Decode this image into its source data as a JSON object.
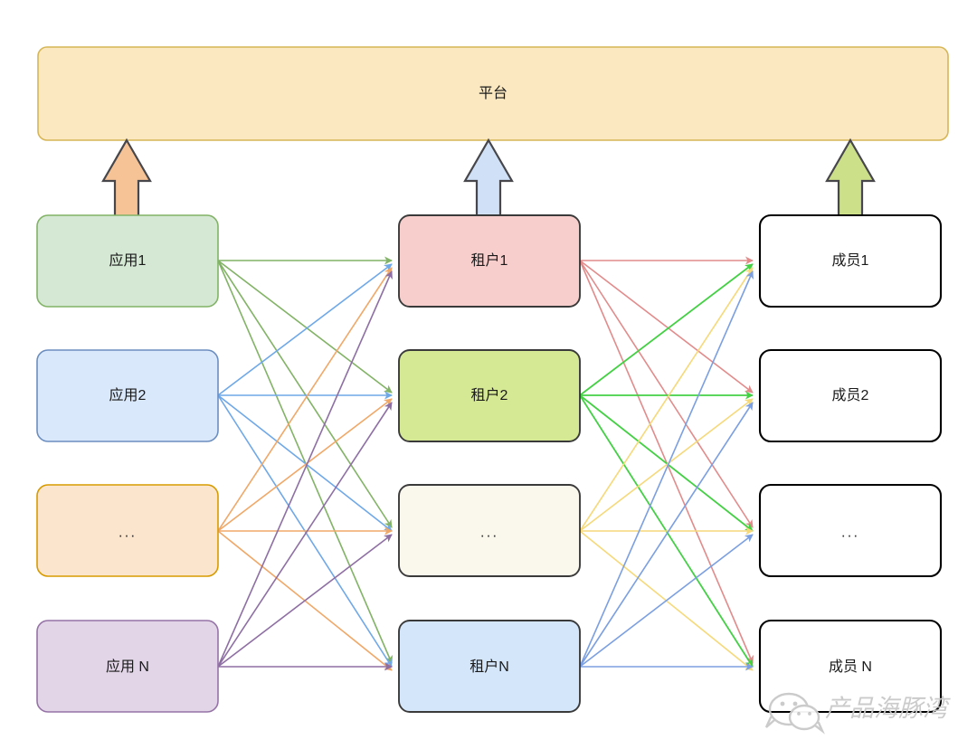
{
  "diagram": {
    "title_node": {
      "label": "平台",
      "fill": "#fbe8c0",
      "stroke": "#d6b656"
    },
    "columns": [
      {
        "name": "applications",
        "nodes": [
          {
            "label": "应用1",
            "fill": "#d5e8d4",
            "stroke": "#82b366",
            "line_color": "#82b366"
          },
          {
            "label": "应用2",
            "fill": "#dae8fc",
            "stroke": "#6c8ebf",
            "line_color": "#6fa8e8"
          },
          {
            "label": "...",
            "fill": "#fce5cd",
            "stroke": "#d79b00",
            "line_color": "#f0a868"
          },
          {
            "label": "应用 N",
            "fill": "#e1d5e7",
            "stroke": "#9673a6",
            "line_color": "#8e6fa3"
          }
        ]
      },
      {
        "name": "tenants",
        "nodes": [
          {
            "label": "租户1",
            "fill": "#f8cecc",
            "stroke": "#3a3a3a",
            "line_color": "#e28b8b"
          },
          {
            "label": "租户2",
            "fill": "#d5e894",
            "stroke": "#3a3a3a",
            "line_color": "#44d044"
          },
          {
            "label": "...",
            "fill": "#faf7ed",
            "stroke": "#3a3a3a",
            "line_color": "#f5d97a"
          },
          {
            "label": "租户N",
            "fill": "#d4e6fa",
            "stroke": "#3a3a3a",
            "line_color": "#7b9fe0"
          }
        ]
      },
      {
        "name": "members",
        "nodes": [
          {
            "label": "成员1",
            "fill": "#ffffff",
            "stroke": "#000000",
            "line_color": ""
          },
          {
            "label": "成员2",
            "fill": "#ffffff",
            "stroke": "#000000",
            "line_color": ""
          },
          {
            "label": "...",
            "fill": "#ffffff",
            "stroke": "#000000",
            "line_color": ""
          },
          {
            "label": "成员 N",
            "fill": "#ffffff",
            "stroke": "#000000",
            "line_color": ""
          }
        ]
      }
    ],
    "block_arrows": [
      {
        "name": "app-to-platform",
        "fill": "#f6c396",
        "stroke": "#46464b"
      },
      {
        "name": "tenant-to-platform",
        "fill": "#cfe0f7",
        "stroke": "#46464b"
      },
      {
        "name": "member-to-platform",
        "fill": "#cce08a",
        "stroke": "#46464b"
      }
    ]
  },
  "watermark": {
    "text": "产品海豚湾",
    "icon": "wechat-icon",
    "color": "#c9c9c9"
  }
}
